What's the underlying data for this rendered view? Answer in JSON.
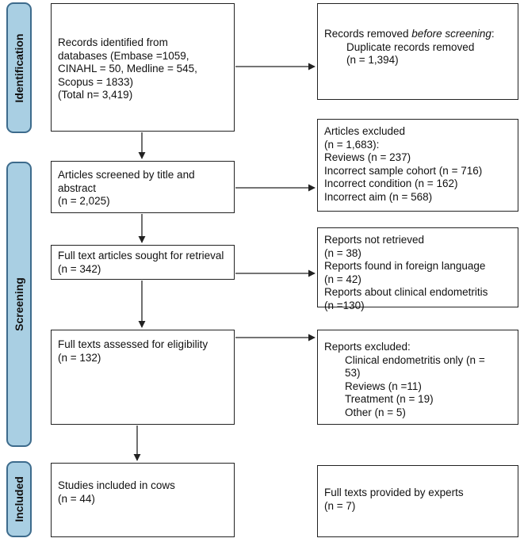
{
  "stages": {
    "identification": "Identification",
    "screening": "Screening",
    "included": "Included"
  },
  "identification": {
    "records": [
      "Records identified from",
      "databases (Embase =1059,",
      "CINAHL = 50, Medline = 545,",
      "Scopus = 1833)",
      "(Total n= 3,419)"
    ],
    "removed": {
      "prefix": "Records removed ",
      "emph": "before screening",
      "suffix": ":",
      "line2": "Duplicate records removed",
      "line3": "(n = 1,394)"
    }
  },
  "screening": {
    "screened": [
      "Articles screened by title and",
      "abstract",
      "(n = 2,025)"
    ],
    "excluded": [
      "Articles excluded",
      "(n = 1,683):",
      "Reviews (n = 237)",
      "Incorrect sample cohort (n = 716)",
      "Incorrect condition (n = 162)",
      "Incorrect aim (n = 568)"
    ],
    "sought": [
      "Full text articles sought for retrieval",
      "(n = 342)"
    ],
    "not_retrieved": [
      "Reports not retrieved",
      "(n = 38)",
      "Reports found in foreign language",
      "(n = 42)",
      "Reports about clinical endometritis",
      "(n =130)"
    ],
    "assessed": [
      "Full texts assessed for eligibility",
      "(n = 132)"
    ],
    "reports_excluded": {
      "title": "Reports excluded:",
      "items": [
        "Clinical endometritis only (n =",
        "53)",
        "Reviews (n =11)",
        "Treatment  (n = 19)",
        "Other (n = 5)"
      ]
    }
  },
  "included": {
    "studies": [
      "Studies included in cows",
      "(n = 44)"
    ],
    "experts": [
      "Full texts provided by experts",
      "(n = 7)"
    ]
  },
  "colors": {
    "stage_fill": "#a9cfe3",
    "stage_border": "#3d6b8c",
    "line": "#222222"
  }
}
